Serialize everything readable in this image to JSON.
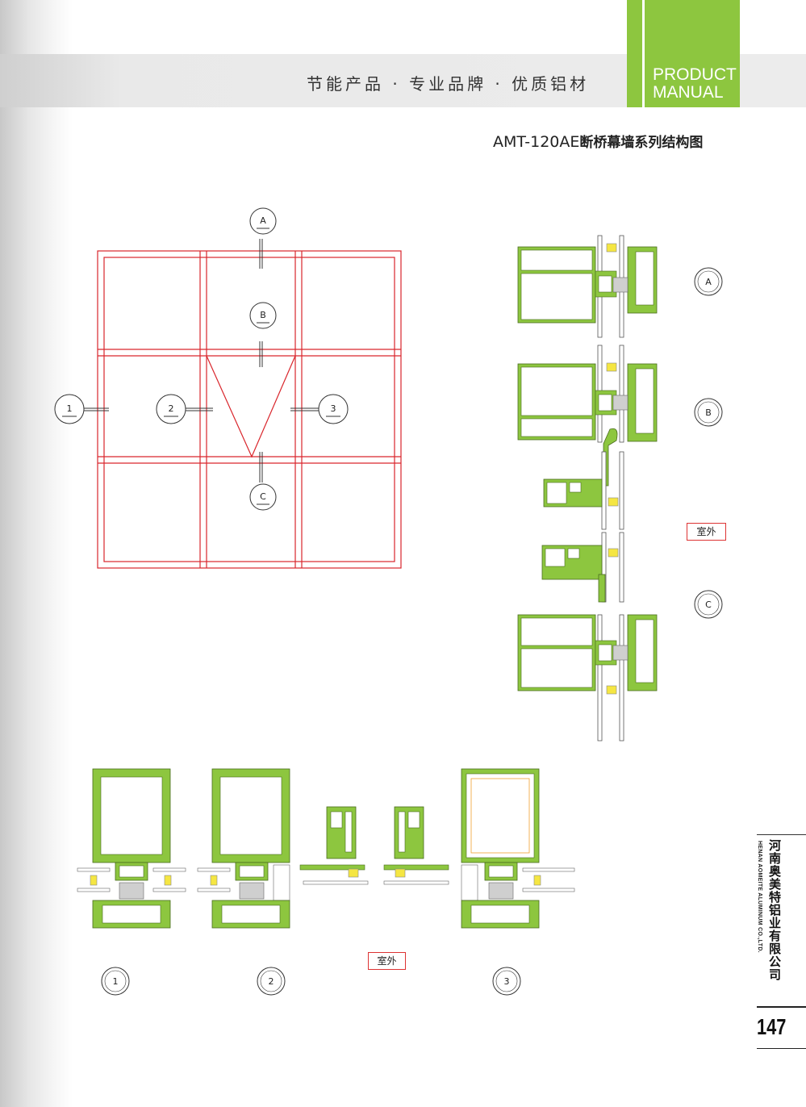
{
  "header": {
    "slogan": "节能产品 · 专业品牌 · 优质铝材",
    "tab_line1": "PRODUCT",
    "tab_line2": "MANUAL"
  },
  "title": {
    "model": "AMT-120AE",
    "text": "断桥幕墙系列结构图"
  },
  "elevation_markers": [
    "A",
    "B",
    "C",
    "1",
    "2",
    "3"
  ],
  "section_labels": {
    "vertical": [
      "A",
      "B",
      "C"
    ],
    "horizontal": [
      "1",
      "2",
      "3"
    ]
  },
  "outdoor_label": "室外",
  "company": {
    "name_cn": "河南奥美特铝业有限公司",
    "name_en": "HENAN AOMEITE ALUMINUM CO.,LTD."
  },
  "page_number": "147",
  "colors": {
    "accent_green": "#8dc63f",
    "profile_green": "#8dc63f",
    "frame_red": "#d9262c",
    "gasket_yellow": "#f5e642"
  }
}
